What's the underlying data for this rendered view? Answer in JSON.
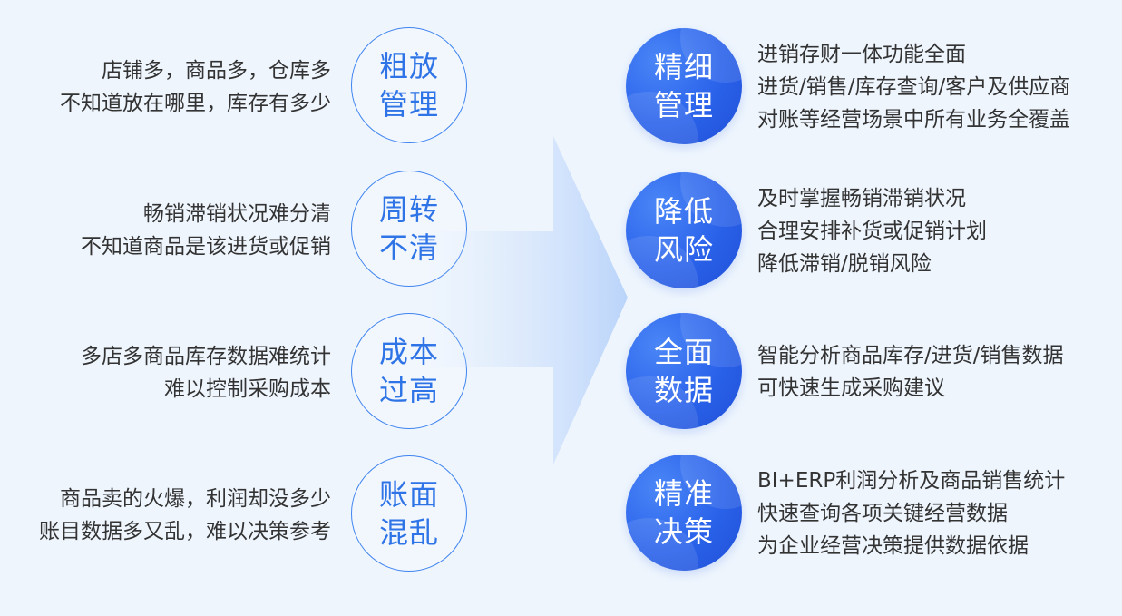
{
  "colors": {
    "background": "#eef5fd",
    "accent": "#2f74e6",
    "solution_fill": "#2a62ea",
    "text": "#333333"
  },
  "problems": [
    {
      "title_line1": "粗放",
      "title_line2": "管理",
      "desc_line1": "店铺多，商品多，仓库多",
      "desc_line2": "不知道放在哪里，库存有多少"
    },
    {
      "title_line1": "周转",
      "title_line2": "不清",
      "desc_line1": "畅销滞销状况难分清",
      "desc_line2": "不知道商品是该进货或促销"
    },
    {
      "title_line1": "成本",
      "title_line2": "过高",
      "desc_line1": "多店多商品库存数据难统计",
      "desc_line2": "难以控制采购成本"
    },
    {
      "title_line1": "账面",
      "title_line2": "混乱",
      "desc_line1": "商品卖的火爆，利润却没多少",
      "desc_line2": "账目数据多又乱，难以决策参考"
    }
  ],
  "solutions": [
    {
      "title_line1": "精细",
      "title_line2": "管理",
      "desc_line1": "进销存财一体功能全面",
      "desc_line2": "进货/销售/库存查询/客户及供应商",
      "desc_line3": "对账等经营场景中所有业务全覆盖"
    },
    {
      "title_line1": "降低",
      "title_line2": "风险",
      "desc_line1": "及时掌握畅销滞销状况",
      "desc_line2": "合理安排补货或促销计划",
      "desc_line3": "降低滞销/脱销风险"
    },
    {
      "title_line1": "全面",
      "title_line2": "数据",
      "desc_line1": "智能分析商品库存/进货/销售数据",
      "desc_line2": "可快速生成采购建议"
    },
    {
      "title_line1": "精准",
      "title_line2": "决策",
      "desc_line1": "BI+ERP利润分析及商品销售统计",
      "desc_line2": "快速查询各项关键经营数据",
      "desc_line3": "为企业经营决策提供数据依据"
    }
  ]
}
